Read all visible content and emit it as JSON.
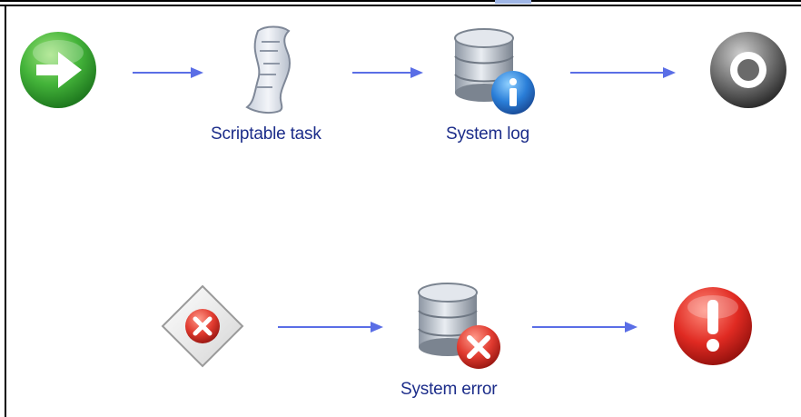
{
  "workflow": {
    "nodes": [
      {
        "id": "start",
        "icon": "start-arrow-icon",
        "label": ""
      },
      {
        "id": "task",
        "icon": "script-scroll-icon",
        "label": "Scriptable task"
      },
      {
        "id": "log",
        "icon": "database-info-icon",
        "label": "System log"
      },
      {
        "id": "end",
        "icon": "end-target-icon",
        "label": ""
      },
      {
        "id": "error-handler",
        "icon": "error-diamond-icon",
        "label": ""
      },
      {
        "id": "error",
        "icon": "database-error-icon",
        "label": "System error"
      },
      {
        "id": "exception",
        "icon": "exception-icon",
        "label": ""
      }
    ],
    "colors": {
      "arrow": "#5a6ee6",
      "label": "#1c2d8a",
      "start_green": "#3aa23a",
      "error_red": "#d82a2a",
      "info_blue": "#2a7ed8"
    }
  }
}
